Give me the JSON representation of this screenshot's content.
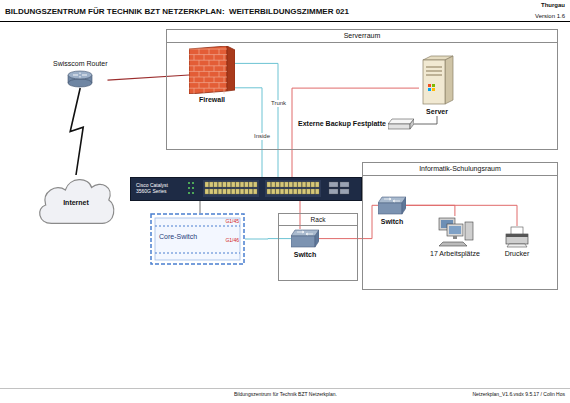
{
  "diagram": {
    "title": "BILDUNGSZENTRUM FÜR TECHNIK BZT NETZERKPLAN:  WEITERBILDUNGSZIMMER 021",
    "nodes": [
      {
        "text": [
          "Serverraum"
        ]
      },
      {
        "text": [
          "Firewall"
        ],
        "in": 0
      },
      {
        "text": [
          "Server"
        ],
        "in": 0
      },
      {
        "text": [
          "Externe Backup Festplatte"
        ],
        "in": 0
      },
      {
        "text": [
          "Swisscom Router"
        ]
      },
      {
        "text": [
          "Internet"
        ]
      },
      {
        "text": [
          "Cisco Catalyst 3560G Series"
        ]
      },
      {
        "text": [
          "Core-Switch",
          "G1/45",
          "G1/46"
        ]
      },
      {
        "text": [
          "Rack"
        ]
      },
      {
        "text": [
          "Switch"
        ],
        "in": 8
      },
      {
        "text": [
          "Informatik-Schulungsraum"
        ]
      },
      {
        "text": [
          "Switch"
        ],
        "in": 10
      },
      {
        "text": [
          "17 Arbeitsplätze"
        ],
        "in": 10
      },
      {
        "text": [
          "Drucker"
        ],
        "in": 10
      }
    ],
    "edges": [
      {
        "from": 4,
        "to": 1,
        "arrow": "none"
      },
      {
        "from": 4,
        "to": 5,
        "arrow": "none"
      },
      {
        "from": 1,
        "to": 6,
        "label": "Inside",
        "arrow": "none"
      },
      {
        "from": 1,
        "to": 6,
        "label": "Trunk",
        "arrow": "none"
      },
      {
        "from": 2,
        "to": 6,
        "arrow": "none"
      },
      {
        "from": 2,
        "to": 3,
        "arrow": "none"
      },
      {
        "from": 6,
        "to": 7,
        "arrow": "none"
      },
      {
        "from": 7,
        "to": 9,
        "arrow": "none"
      },
      {
        "from": 6,
        "to": 9,
        "arrow": "none"
      },
      {
        "from": 9,
        "to": 11,
        "arrow": "none"
      },
      {
        "from": 11,
        "to": 12,
        "arrow": "none"
      },
      {
        "from": 11,
        "to": 13,
        "arrow": "none"
      }
    ],
    "labels": [
      "Thurgau",
      "Version 1.6",
      "Bildungszentrum für Technik BZT Netzerkplan.",
      "Netzerkplan_V1.6.vsdx 9.5.17 / Colin Hos"
    ]
  }
}
